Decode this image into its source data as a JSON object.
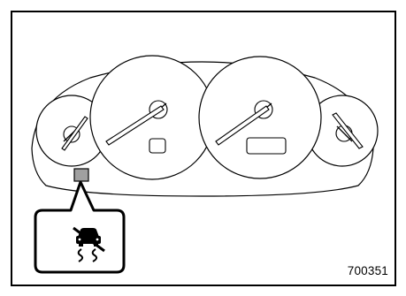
{
  "figure": {
    "id_label": "700351",
    "line_color": "#000000",
    "background_color": "#ffffff",
    "indicator_color": "#a0a0a0"
  },
  "instrument_cluster": {
    "gauges": [
      {
        "name": "left-small-gauge"
      },
      {
        "name": "left-large-gauge"
      },
      {
        "name": "right-large-gauge"
      },
      {
        "name": "right-small-gauge"
      }
    ],
    "highlighted_indicator": "skid-indicator",
    "callout_icon": "vehicle-skid-off-icon"
  }
}
